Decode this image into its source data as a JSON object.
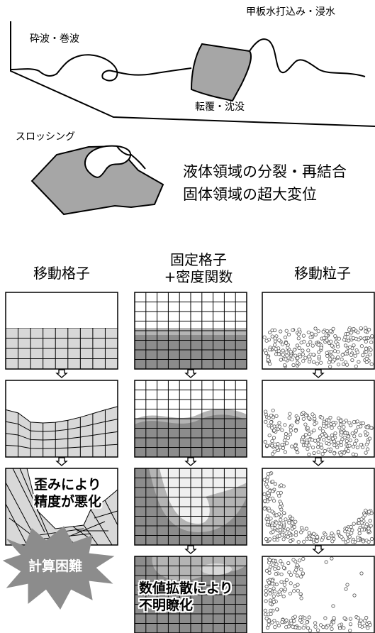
{
  "top": {
    "label_breaking_wave": "砕波・巻波",
    "label_deck_water": "甲板水打込み・浸水",
    "label_capsize": "転覆・沈没",
    "label_sloshing": "スロッシング",
    "desc_line1": "液体領域の分裂・再結合",
    "desc_line2": "固体領域の超大変位"
  },
  "methods": {
    "col1": {
      "title": "移動格子"
    },
    "col2": {
      "title_line1": "固定格子",
      "title_line2": "+密度関数"
    },
    "col3": {
      "title": "移動粒子"
    }
  },
  "overlays": {
    "distortion_line1": "歪みにより",
    "distortion_line2": "精度が悪化",
    "difficult": "計算困難",
    "diffusion_line1": "数値拡散により",
    "diffusion_line2": "不明瞭化"
  },
  "colors": {
    "fluid_dark": "#8c8c8c",
    "fluid_mid": "#b4b4b4",
    "fluid_light": "#d8d8d8",
    "line": "#000000"
  }
}
